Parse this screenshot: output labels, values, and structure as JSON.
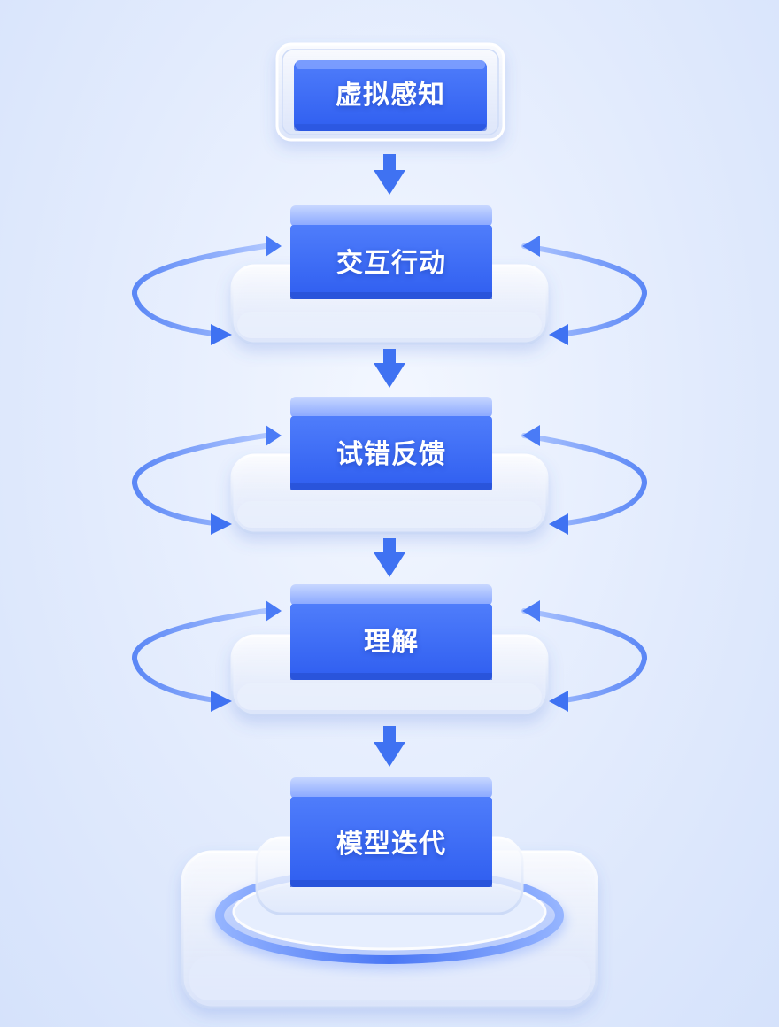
{
  "steps": [
    {
      "label": "虚拟感知"
    },
    {
      "label": "交互行动"
    },
    {
      "label": "试错反馈"
    },
    {
      "label": "理解"
    },
    {
      "label": "模型迭代"
    }
  ],
  "colors": {
    "block_blue": "#3d6df5",
    "block_blue_light": "#6f97ff",
    "arrow_blue": "#3f72f2",
    "glass": "#ffffff"
  }
}
